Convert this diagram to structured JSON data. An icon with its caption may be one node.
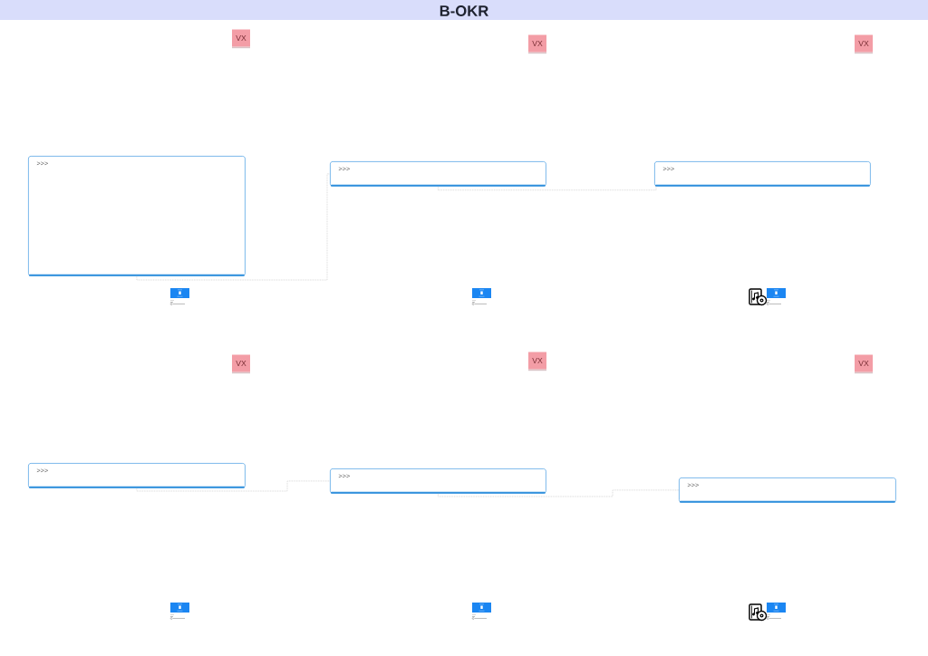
{
  "diagram": {
    "title": "B-OKR",
    "nodes": [
      {
        "text": [
          "VX"
        ]
      },
      {
        "text": [
          "VX"
        ]
      },
      {
        "text": [
          "VX"
        ]
      },
      {
        "text": [
          ">>>"
        ]
      },
      {
        "text": [
          ">>>"
        ]
      },
      {
        "text": [
          ">>>"
        ]
      },
      {
        "text": [
          "VX"
        ]
      },
      {
        "text": [
          "VX"
        ]
      },
      {
        "text": [
          "VX"
        ]
      },
      {
        "text": [
          ">>>"
        ]
      },
      {
        "text": [
          ">>>"
        ]
      },
      {
        "text": [
          ">>>"
        ]
      }
    ],
    "edges": [
      {
        "from": 3,
        "to": 4,
        "arrow": "none",
        "style": "dashed"
      },
      {
        "from": 4,
        "to": 5,
        "arrow": "none",
        "style": "dashed"
      },
      {
        "from": 9,
        "to": 10,
        "arrow": "none",
        "style": "dashed"
      },
      {
        "from": 10,
        "to": 11,
        "arrow": "none",
        "style": "dashed"
      }
    ]
  }
}
